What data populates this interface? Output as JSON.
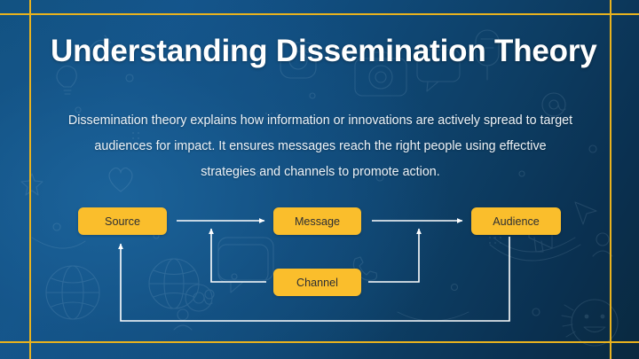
{
  "slide": {
    "title": "Understanding Dissemination Theory",
    "body": "Dissemination theory explains how information or innovations are actively spread to target audiences for impact. It ensures messages reach the right people using effective strategies and channels to promote action.",
    "accent_color": "#fabe2c",
    "frame_color": "#e8b21e",
    "background_color": "#14558c",
    "title_color": "#ffffff",
    "connector_color": "#ffffff"
  },
  "diagram": {
    "type": "flow",
    "nodes": [
      {
        "id": "source",
        "label": "Source"
      },
      {
        "id": "message",
        "label": "Message"
      },
      {
        "id": "audience",
        "label": "Audience"
      },
      {
        "id": "channel",
        "label": "Channel"
      }
    ],
    "edges": [
      {
        "from": "source",
        "to": "message",
        "style": "straight-arrow"
      },
      {
        "from": "message",
        "to": "audience",
        "style": "straight-arrow"
      },
      {
        "from": "channel",
        "to": "source-message-link",
        "style": "elbow-arrow-up-left"
      },
      {
        "from": "channel",
        "to": "message-audience-link",
        "style": "elbow-arrow-up-right"
      },
      {
        "from": "audience",
        "to": "source",
        "style": "feedback-loop-bottom"
      }
    ]
  }
}
